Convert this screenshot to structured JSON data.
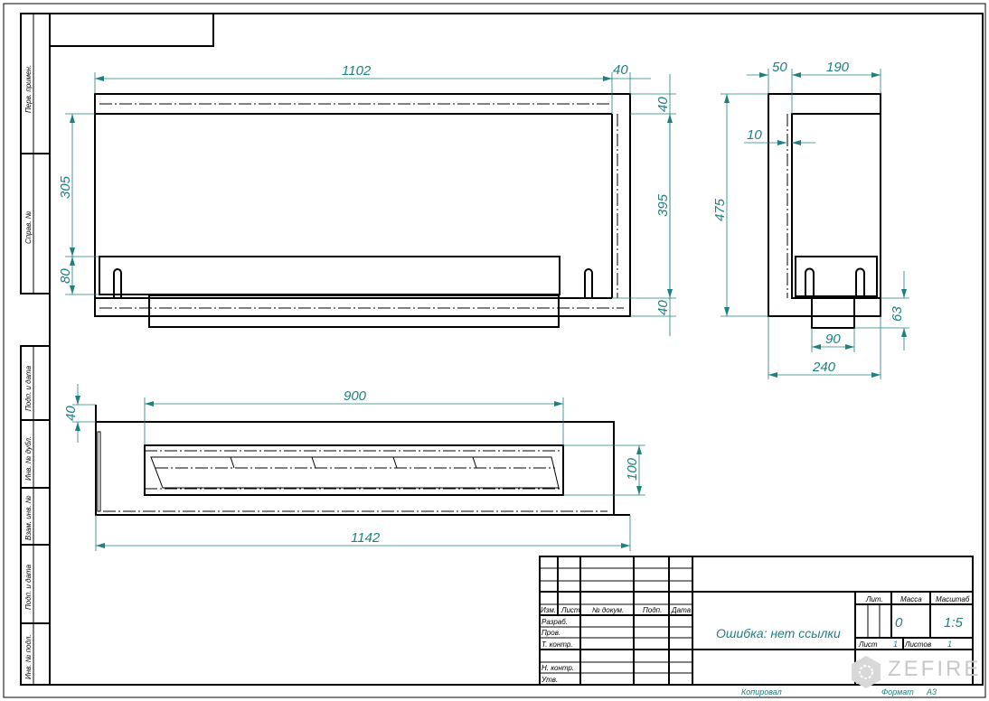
{
  "side_stamp": {
    "first_use": "Перв. примен.",
    "reference_no": "Справ. №",
    "sign_date_1": "Подп. и дата",
    "dup_inv_no": "Инв. № дубл.",
    "replace_inv_no": "Взам. инв. №",
    "sign_date_2": "Подп. и дата",
    "orig_inv_no": "Инв. № подл."
  },
  "front_view": {
    "width": "1102",
    "right_offset": "40",
    "top_band": "40",
    "inner_height": "395",
    "bottom_band": "40",
    "upper_height": "305",
    "lower_height": "80"
  },
  "side_view": {
    "left_offset": "50",
    "inner_width": "190",
    "wall": "10",
    "height": "475",
    "protrusion": "63",
    "protrusion_width": "90",
    "width": "240"
  },
  "top_view": {
    "window_width": "900",
    "window_height": "100",
    "total_width": "1142",
    "offset": "40"
  },
  "title_block": {
    "headers": [
      "Изм.",
      "Лист",
      "№ докум.",
      "Подп.",
      "Дата"
    ],
    "roles": [
      "Разраб.",
      "Пров.",
      "Т. контр.",
      "",
      "Н. контр.",
      "Утв."
    ],
    "title": "Ошибка: нет ссылки",
    "lit_label": "Лит.",
    "mass_label": "Масса",
    "scale_label": "Масштаб",
    "mass": "0",
    "scale": "1:5",
    "sheet_label": "Лист",
    "sheet": "1",
    "sheets_label": "Листов",
    "sheets": "1",
    "copied": "Копировал",
    "format_label": "Формат",
    "format": "А3"
  },
  "watermark": "ZEFIRE",
  "colors": {
    "dimension": "#1f8080",
    "line": "#000000"
  }
}
